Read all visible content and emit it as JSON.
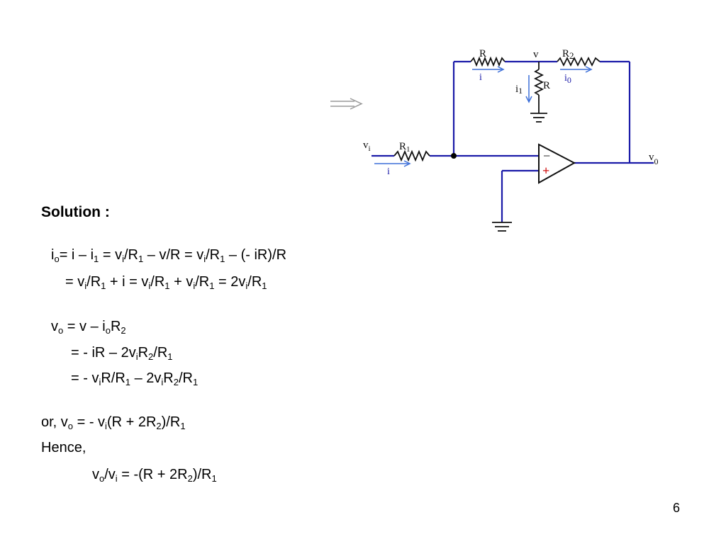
{
  "diagram": {
    "arrow": "==>",
    "labels": {
      "vi_main": "v",
      "vi_sub": "i",
      "r1_main": "R",
      "r1_sub": "1",
      "i_input": "i",
      "r_top": "R",
      "v_node": "v",
      "r2_main": "R",
      "r2_sub": "2",
      "i_top": "i",
      "i0_main": "i",
      "i0_sub": "0",
      "i1_main": "i",
      "i1_sub": "1",
      "r_shunt": "R",
      "v0_main": "v",
      "v0_sub": "0",
      "minus": "−",
      "plus": "+"
    },
    "colors": {
      "wire": "#1a1aa8",
      "arrow": "#3c6fd8",
      "plus": "#d01010"
    }
  },
  "solution": {
    "heading": "Solution :",
    "lines": [
      {
        "parts": [
          [
            "i",
            ""
          ],
          [
            "o",
            "s"
          ],
          [
            "=  i – i",
            ""
          ],
          [
            "1",
            "s"
          ],
          [
            " = v",
            ""
          ],
          [
            "i",
            "s"
          ],
          [
            "/R",
            ""
          ],
          [
            "1",
            "s"
          ],
          [
            " – v/R = v",
            ""
          ],
          [
            "i",
            "s"
          ],
          [
            "/R",
            ""
          ],
          [
            "1",
            "s"
          ],
          [
            " – (- iR)/R",
            ""
          ]
        ]
      },
      {
        "parts": [
          [
            "= v",
            ""
          ],
          [
            "i",
            "s"
          ],
          [
            "/R",
            ""
          ],
          [
            "1",
            "s"
          ],
          [
            " + i = v",
            ""
          ],
          [
            "i",
            "s"
          ],
          [
            "/R",
            ""
          ],
          [
            "1",
            "s"
          ],
          [
            " + v",
            ""
          ],
          [
            "i",
            "s"
          ],
          [
            "/R",
            ""
          ],
          [
            "1",
            "s"
          ],
          [
            " = 2v",
            ""
          ],
          [
            "i",
            "s"
          ],
          [
            "/R",
            ""
          ],
          [
            "1",
            "s"
          ]
        ]
      },
      {
        "parts": [
          [
            "v",
            ""
          ],
          [
            "o",
            "s"
          ],
          [
            " = v – i",
            ""
          ],
          [
            "o",
            "s"
          ],
          [
            "R",
            ""
          ],
          [
            "2",
            "s"
          ]
        ]
      },
      {
        "parts": [
          [
            "= - iR – 2v",
            ""
          ],
          [
            "i",
            "s"
          ],
          [
            "R",
            ""
          ],
          [
            "2",
            "s"
          ],
          [
            "/R",
            ""
          ],
          [
            "1",
            "s"
          ]
        ]
      },
      {
        "parts": [
          [
            "= - v",
            ""
          ],
          [
            "i",
            "s"
          ],
          [
            "R/R",
            ""
          ],
          [
            "1",
            "s"
          ],
          [
            " – 2v",
            ""
          ],
          [
            "i",
            "s"
          ],
          [
            "R",
            ""
          ],
          [
            "2",
            "s"
          ],
          [
            "/R",
            ""
          ],
          [
            "1",
            "s"
          ]
        ]
      },
      {
        "parts": [
          [
            "or,   v",
            ""
          ],
          [
            "o",
            "s"
          ],
          [
            " = - v",
            ""
          ],
          [
            "i",
            "s"
          ],
          [
            "(R + 2R",
            ""
          ],
          [
            "2",
            "s"
          ],
          [
            ")/R",
            ""
          ],
          [
            "1",
            "s"
          ]
        ]
      },
      {
        "parts": [
          [
            "Hence,",
            ""
          ]
        ]
      },
      {
        "parts": [
          [
            "v",
            ""
          ],
          [
            "o",
            "s"
          ],
          [
            "/v",
            ""
          ],
          [
            "i",
            "s"
          ],
          [
            " = -(R + 2R",
            ""
          ],
          [
            "2",
            "s"
          ],
          [
            ")/R",
            ""
          ],
          [
            "1",
            "s"
          ]
        ]
      }
    ]
  },
  "page_number": "6"
}
